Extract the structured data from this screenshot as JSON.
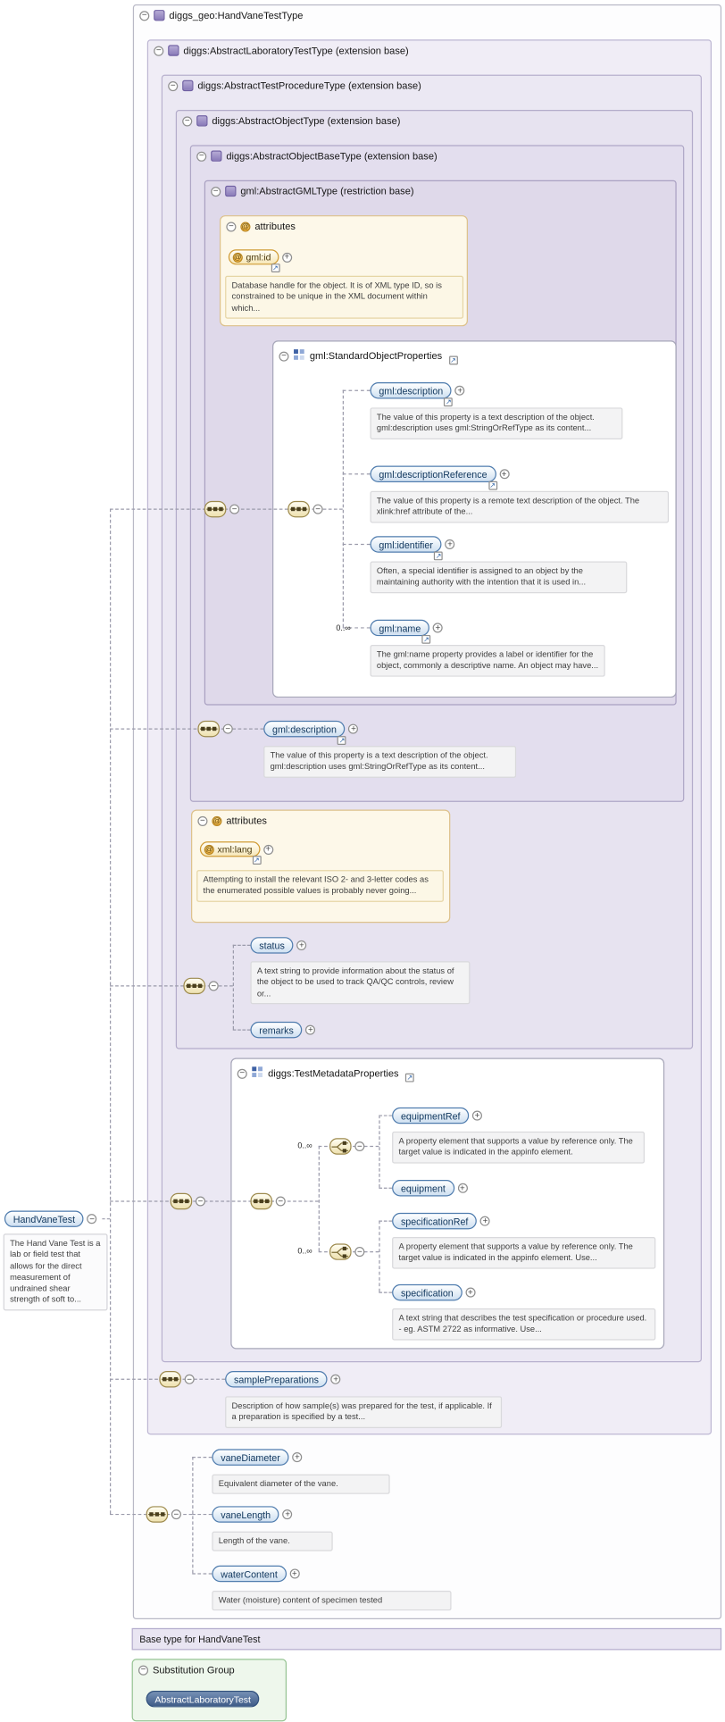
{
  "icons": {
    "collapse": "−",
    "expand": "+",
    "link": "↗",
    "attribute": "@"
  },
  "colors": {
    "element_border": "#4f7cae",
    "attribute_border": "#cf9a33",
    "nest_fill": "#e7e3f0",
    "substitution_fill": "#eef7ec",
    "annotation_fill": "#f3f3f4"
  },
  "types": {
    "hand_vane_test_type": {
      "label": "diggs_geo:HandVaneTestType"
    },
    "abstract_laboratory_test_type": {
      "label": "diggs:AbstractLaboratoryTestType (extension base)"
    },
    "abstract_test_procedure_type": {
      "label": "diggs:AbstractTestProcedureType (extension base)"
    },
    "abstract_object_type": {
      "label": "diggs:AbstractObjectType (extension base)"
    },
    "abstract_object_base_type": {
      "label": "diggs:AbstractObjectBaseType (extension base)"
    },
    "abstract_gml_type": {
      "label": "gml:AbstractGMLType (restriction base)"
    }
  },
  "groups": {
    "standard_object_properties": {
      "label": "gml:StandardObjectProperties"
    },
    "test_metadata_properties": {
      "label": "diggs:TestMetadataProperties"
    }
  },
  "attribute_sections": {
    "gml": {
      "header": "attributes",
      "gml_id": {
        "label": "gml:id",
        "doc": "Database handle for the object. It is of XML type ID, so is constrained to be unique in the XML document within which..."
      }
    },
    "xml": {
      "header": "attributes",
      "xml_lang": {
        "label": "xml:lang",
        "doc": "Attempting to install the relevant ISO 2- and 3-letter codes as the enumerated possible values is probably never going..."
      }
    }
  },
  "elements": {
    "gml_description_sop": {
      "label": "gml:description",
      "doc": "The value of this property is a text description of the object. gml:description uses gml:StringOrRefType as its content..."
    },
    "gml_description_reference": {
      "label": "gml:descriptionReference",
      "doc": "The value of this property is a remote text description of the object. The xlink:href attribute of the..."
    },
    "gml_identifier": {
      "label": "gml:identifier",
      "doc": "Often, a special identifier is assigned to an object by the maintaining authority with the intention that it is used in..."
    },
    "gml_name": {
      "label": "gml:name",
      "occurs": "0..∞",
      "doc": "The gml:name property provides a label or identifier for the object, commonly a descriptive name. An object may have..."
    },
    "gml_description_base": {
      "label": "gml:description",
      "doc": "The value of this property is a text description of the object. gml:description uses gml:StringOrRefType as its content..."
    },
    "status": {
      "label": "status",
      "doc": "A text string to provide information about the status of the object to be used to track QA/QC controls, review or..."
    },
    "remarks": {
      "label": "remarks"
    },
    "equipment_ref": {
      "label": "equipmentRef",
      "doc": "A property element that supports a value by reference only. The target value is indicated in the appinfo element."
    },
    "equipment": {
      "label": "equipment"
    },
    "specification_ref": {
      "label": "specificationRef",
      "doc": "A property element that supports a value by reference only. The target value is indicated in the appinfo element. Use..."
    },
    "specification": {
      "label": "specification",
      "doc": "A text string that describes the test specification or procedure used. - eg. ASTM 2722 as informative. Use..."
    },
    "sample_preparations": {
      "label": "samplePreparations",
      "doc": "Description of how sample(s) was prepared for the test, if applicable. If a preparation is specified by a test..."
    },
    "vane_diameter": {
      "label": "vaneDiameter",
      "doc": "Equivalent diameter of the vane."
    },
    "vane_length": {
      "label": "vaneLength",
      "doc": "Length of the vane."
    },
    "water_content": {
      "label": "waterContent",
      "doc": "Water (moisture) content of specimen tested"
    }
  },
  "choices": {
    "equipment_choice": {
      "occurs": "0..∞"
    },
    "specification_choice": {
      "occurs": "0..∞"
    }
  },
  "root_element": {
    "label": "HandVaneTest",
    "doc": "The Hand Vane Test is a lab or field test that allows for the direct measurement of undrained shear strength of soft to..."
  },
  "footer": {
    "base_type_note": "Base type for HandVaneTest",
    "substitution_group": {
      "header": "Substitution Group",
      "member": "AbstractLaboratoryTest"
    }
  }
}
